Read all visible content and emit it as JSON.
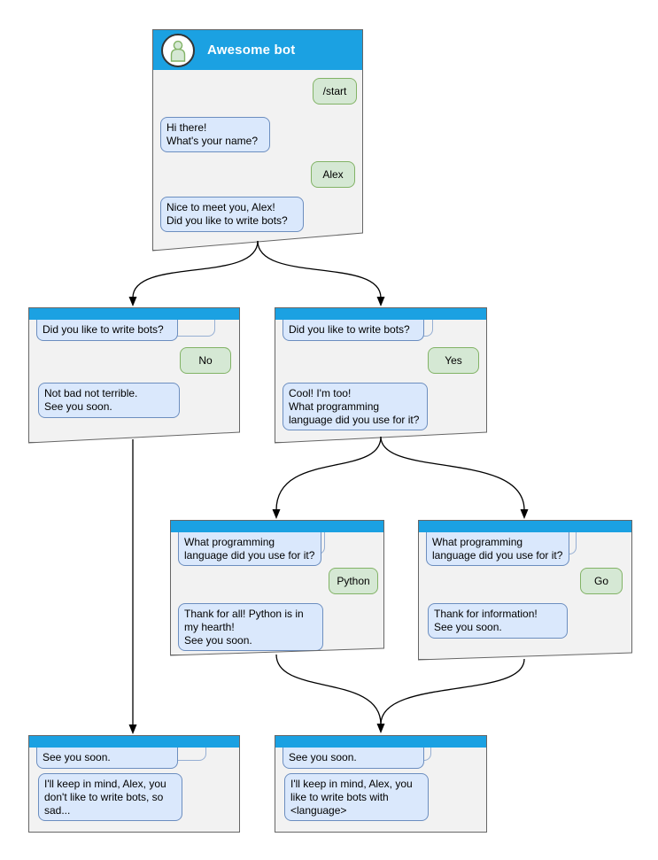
{
  "diagram": {
    "type": "chatbot-conversation-flowchart",
    "bot_title": "Awesome bot"
  },
  "windows": {
    "main": {
      "title": "Awesome bot",
      "messages": [
        {
          "from": "user",
          "text": "/start"
        },
        {
          "from": "bot",
          "text": "Hi there!\nWhat's your name?"
        },
        {
          "from": "user",
          "text": "Alex"
        },
        {
          "from": "bot",
          "text": "Nice to meet you, Alex!\nDid you like to write bots?"
        }
      ]
    },
    "branch_no": {
      "messages": [
        {
          "from": "bot",
          "text": "Did you like to write bots?"
        },
        {
          "from": "user",
          "text": "No"
        },
        {
          "from": "bot",
          "text": "Not bad not terrible.\nSee you soon."
        }
      ]
    },
    "branch_yes": {
      "messages": [
        {
          "from": "bot",
          "text": "Did you like to write bots?"
        },
        {
          "from": "user",
          "text": "Yes"
        },
        {
          "from": "bot",
          "text": "Cool! I'm too!\nWhat programming\nlanguage did you use for it?"
        }
      ]
    },
    "branch_python": {
      "messages": [
        {
          "from": "bot",
          "text": "What programming\nlanguage did you use for it?"
        },
        {
          "from": "user",
          "text": "Python"
        },
        {
          "from": "bot",
          "text": "Thank for all! Python is in\nmy hearth!\nSee you soon."
        }
      ]
    },
    "branch_go": {
      "messages": [
        {
          "from": "bot",
          "text": "What programming\nlanguage did you use for it?"
        },
        {
          "from": "user",
          "text": "Go"
        },
        {
          "from": "bot",
          "text": "Thank for information!\nSee you soon."
        }
      ]
    },
    "end_no": {
      "messages": [
        {
          "from": "bot",
          "text": "See you soon."
        },
        {
          "from": "bot",
          "text": "I'll keep in mind, Alex, you\ndon't like to write bots, so\nsad..."
        }
      ]
    },
    "end_yes": {
      "messages": [
        {
          "from": "bot",
          "text": "See you soon."
        },
        {
          "from": "bot",
          "text": "I'll keep in mind, Alex, you\nlike to write bots with\n<language>"
        }
      ]
    }
  },
  "colors": {
    "titlebar": "#1BA1E2",
    "window_bg": "#F2F2F2",
    "window_border": "#666666",
    "bot_bubble_bg": "#DAE8FC",
    "bot_bubble_border": "#6C8EBF",
    "user_bubble_bg": "#D5E8D4",
    "user_bubble_border": "#82B366",
    "connector": "#000000"
  }
}
